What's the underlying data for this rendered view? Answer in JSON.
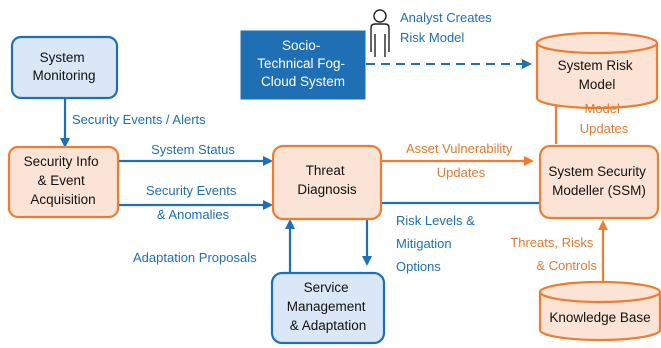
{
  "colors": {
    "blue": "#1f6fb5",
    "orange": "#ed7d31",
    "orange_text": "#e07b30",
    "blue_fill": "#dae7f6",
    "orange_fill": "#fbe4d5",
    "dark_blue_fill": "#1f6fb5"
  },
  "nodes": {
    "system_monitoring": [
      "System",
      "Monitoring"
    ],
    "socio_technical": [
      "Socio-",
      "Technical Fog-",
      "Cloud System"
    ],
    "system_risk_model": [
      "System Risk",
      "Model"
    ],
    "security_info": [
      "Security Info",
      "& Event",
      "Acquisition"
    ],
    "threat_diagnosis": [
      "Threat",
      "Diagnosis"
    ],
    "ssm": [
      "System Security",
      "Modeller (SSM)"
    ],
    "service_management": [
      "Service",
      "Management",
      "& Adaptation"
    ],
    "knowledge_base": [
      "Knowledge Base"
    ]
  },
  "labels": {
    "analyst": [
      "Analyst Creates",
      "Risk Model"
    ],
    "security_events_alerts": "Security Events / Alerts",
    "system_status": "System Status",
    "security_events_anomalies": [
      "Security Events",
      "& Anomalies"
    ],
    "asset_vulnerability": [
      "Asset Vulnerability",
      "Updates"
    ],
    "model_updates": [
      "Model",
      "Updates"
    ],
    "risk_levels": [
      "Risk Levels &",
      "Mitigation",
      "Options"
    ],
    "threats_risks": [
      "Threats, Risks",
      "& Controls"
    ],
    "adaptation_proposals": "Adaptation Proposals"
  },
  "icons": {
    "analyst": "person-icon"
  }
}
